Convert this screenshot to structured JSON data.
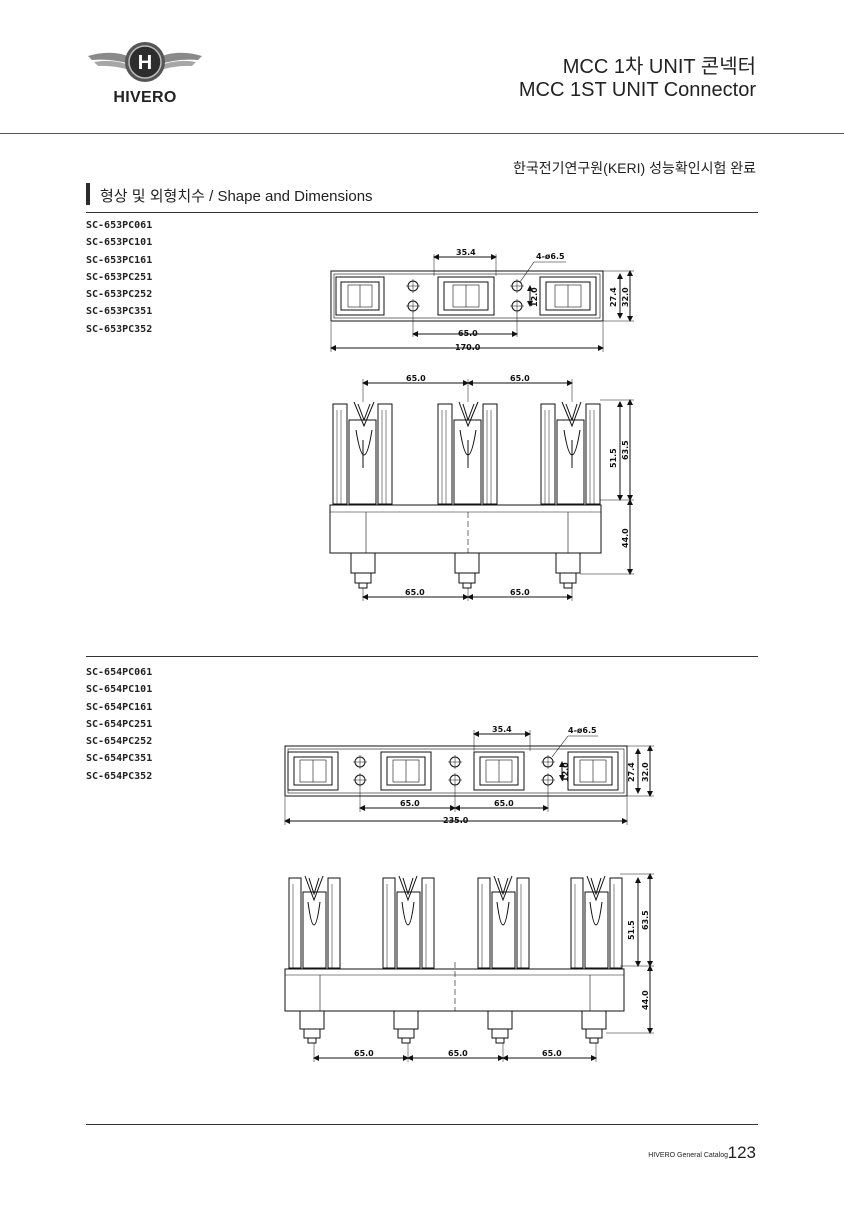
{
  "header": {
    "brand": "HIVERO",
    "logo_icon": "hivero-winged-h-logo",
    "title_ko": "MCC 1차 UNIT 콘넥터",
    "title_en": "MCC 1ST UNIT Connector"
  },
  "certification": "한국전기연구원(KERI) 성능확인시험 완료",
  "section": {
    "title": "형상 및 외형치수 / Shape and Dimensions"
  },
  "groups": [
    {
      "models": [
        "SC-653PC061",
        "SC-653PC101",
        "SC-653PC161",
        "SC-653PC251",
        "SC-653PC252",
        "SC-653PC351",
        "SC-653PC352"
      ],
      "top_view": {
        "pitch_top": "35.4",
        "hole_spec": "4-ø6.5",
        "hole_gap": "12.0",
        "inner_h": "27.4",
        "outer_h": "32.0",
        "hole_span": "65.0",
        "overall_w": "170.0"
      },
      "front_view": {
        "pitch_a": "65.0",
        "pitch_b": "65.0",
        "blade_h": "51.5",
        "total_h": "63.5",
        "base_h": "44.0",
        "bottom_pitch_a": "65.0",
        "bottom_pitch_b": "65.0"
      }
    },
    {
      "models": [
        "SC-654PC061",
        "SC-654PC101",
        "SC-654PC161",
        "SC-654PC251",
        "SC-654PC252",
        "SC-654PC351",
        "SC-654PC352"
      ],
      "top_view": {
        "pitch_top": "35.4",
        "hole_spec": "4-ø6.5",
        "hole_gap": "12.0",
        "inner_h": "27.4",
        "outer_h": "32.0",
        "span_a": "65.0",
        "span_b": "65.0",
        "overall_w": "235.0"
      },
      "front_view": {
        "blade_h": "51.5",
        "total_h": "63.5",
        "base_h": "44.0",
        "bottom_pitch_a": "65.0",
        "bottom_pitch_b": "65.0",
        "bottom_pitch_c": "65.0"
      }
    }
  ],
  "footer": {
    "catalog": "HIVERO General Catalog",
    "page": "123"
  }
}
